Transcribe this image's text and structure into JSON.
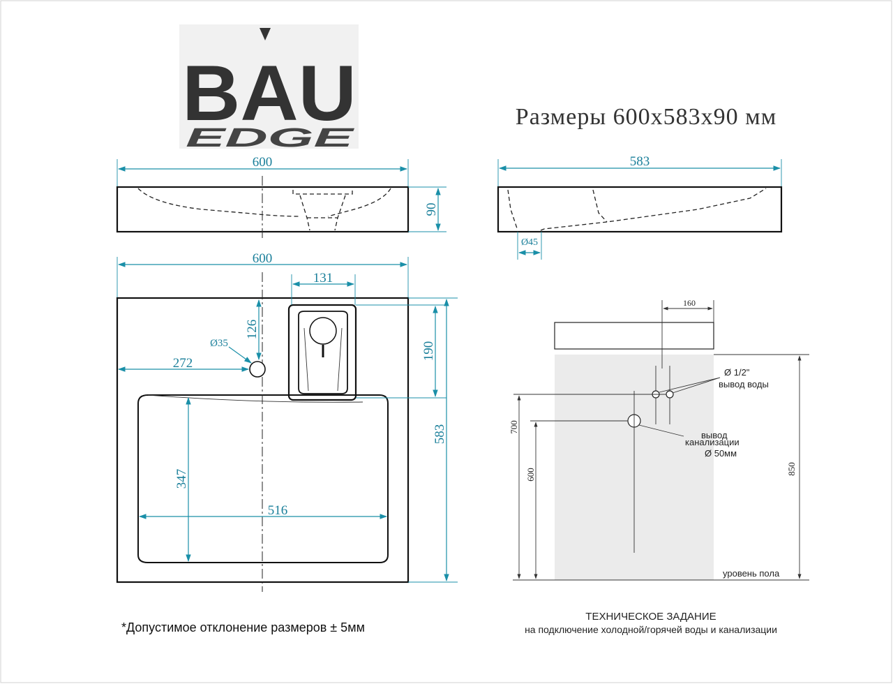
{
  "logo": {
    "brand": "BAU",
    "sub": "EDGE"
  },
  "title": "Размеры 600х583х90 мм",
  "front_view": {
    "width": "600",
    "height": "90"
  },
  "side_view": {
    "depth": "583",
    "drain_diameter": "Ø45"
  },
  "top_view": {
    "width": "600",
    "faucet_width": "131",
    "hole_offset_y": "126",
    "hole_diameter": "Ø35",
    "hole_offset_x": "272",
    "faucet_depth": "190",
    "depth": "583",
    "bowl_depth": "347",
    "bowl_width": "516"
  },
  "tech_spec": {
    "offset": "160",
    "water_pipe": "Ø 1/2\"",
    "water_outlet": "вывод воды",
    "sewer_label_1": "вывод",
    "sewer_label_2": "канализации",
    "sewer_diameter": "Ø 50мм",
    "height_700": "700",
    "height_600": "600",
    "height_850": "850",
    "floor_level": "уровень пола",
    "heading": "ТЕХНИЧЕСКОЕ ЗАДАНИЕ",
    "subheading": "на подключение холодной/горячей воды и канализации"
  },
  "tolerance_note": "*Допустимое отклонение размеров ± 5мм",
  "colors": {
    "dimension": "#1a8fa8",
    "outline": "#111111",
    "logo_bg": "#f1f1f1",
    "logo_text": "#333333",
    "wall": "#ebebeb"
  }
}
